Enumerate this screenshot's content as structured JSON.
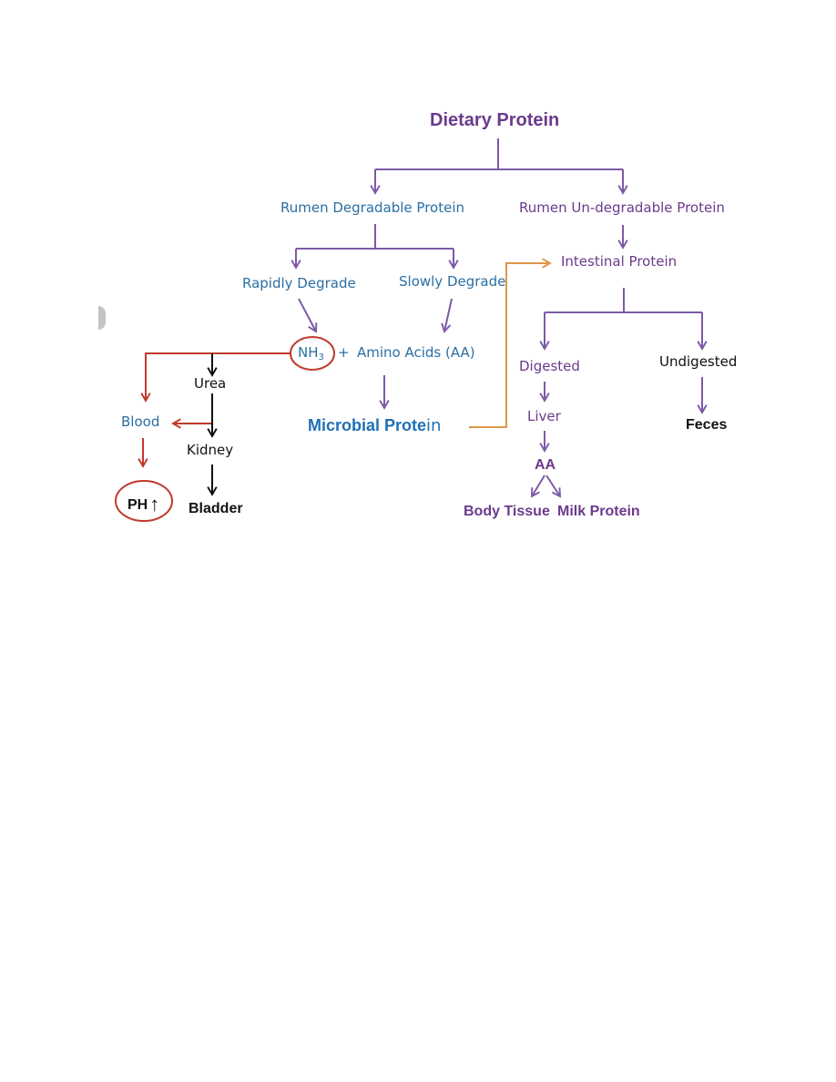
{
  "diagram": {
    "nodes": {
      "dietary_protein": "Dietary Protein",
      "rumen_degradable": "Rumen Degradable Protein",
      "rumen_undegradable": "Rumen Un-degradable Protein",
      "rapidly_degrade": "Rapidly Degrade",
      "slowly_degrade": "Slowly Degrade",
      "intestinal_protein": "Intestinal Protein",
      "nh3_main": "NH",
      "nh3_sub": "3",
      "plus": "+",
      "amino_acids": "Amino Acids (AA)",
      "urea": "Urea",
      "blood": "Blood",
      "kidney": "Kidney",
      "ph": "PH",
      "ph_arrow": "↑",
      "bladder": "Bladder",
      "microbial_protein_a": "Microbial Prote",
      "microbial_protein_b": "in",
      "digested": "Digested",
      "undigested": "Undigested",
      "liver": "Liver",
      "feces": "Feces",
      "aa": "AA",
      "body_tissue": "Body Tissue",
      "milk_protein": "Milk Protein"
    },
    "colors": {
      "purple_text": "#6b3a8c",
      "purple_line": "#7d5aa6",
      "blue_text": "#2a6fa3",
      "red_line": "#c0392b",
      "orange_line": "#e0954a",
      "black": "#111111"
    }
  }
}
